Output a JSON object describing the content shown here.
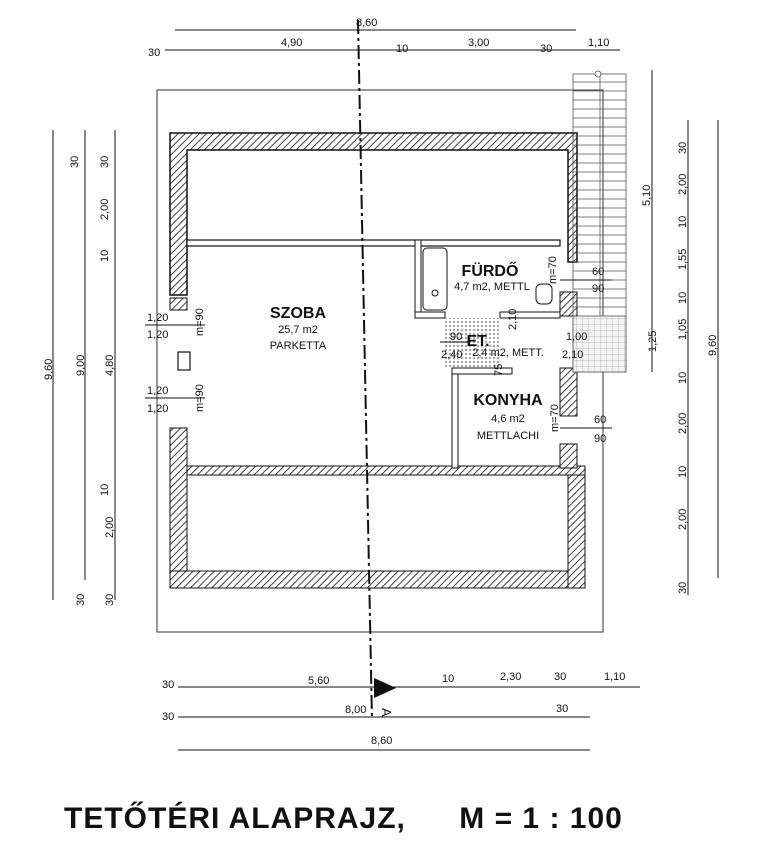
{
  "drawing": {
    "title": "TETŐTÉRI ALAPRAJZ,",
    "scale": "M = 1 : 100"
  },
  "rooms": [
    {
      "name": "SZOBA",
      "area": "25,7 m2",
      "floor": "PARKETTA"
    },
    {
      "name": "FÜRDŐ",
      "area": "4,7 m2, METTL"
    },
    {
      "name": "ET.",
      "area": "2,4 m2, METT."
    },
    {
      "name": "KONYHA",
      "area": "4,6 m2",
      "floor": "METTLACHI"
    }
  ],
  "section_marker": "A",
  "dimensions": {
    "top_total": "8,60",
    "top_row": [
      "30",
      "4,90",
      "10",
      "3,00",
      "30",
      "1,10"
    ],
    "bottom_row1": [
      "30",
      "5,60",
      "10",
      "2,30",
      "30",
      "1,10"
    ],
    "bottom_row2": [
      "30",
      "8,00",
      "30"
    ],
    "bottom_total": "8,60",
    "left_total": "9,60",
    "left_mid": "9,00",
    "left_parts": [
      "30",
      "2,00",
      "10",
      "4,80",
      "10",
      "2,00",
      "30"
    ],
    "left_top_labels": [
      "30",
      "30"
    ],
    "right_total": "9,60",
    "right_parts": [
      "30",
      "2,00",
      "10",
      "1,55",
      "10",
      "1,05",
      "10",
      "2,00",
      "10",
      "2,00",
      "30"
    ],
    "right_stair": [
      "5,10",
      "1,25"
    ]
  },
  "window_labels": {
    "left_upper": [
      "1,20",
      "1,20",
      "m=90"
    ],
    "left_lower": [
      "1,20",
      "1,20",
      "m=90"
    ],
    "furdo": [
      "m=70",
      "60",
      "90"
    ],
    "konyha": [
      "m=70",
      "60",
      "90"
    ],
    "et_labels": [
      "90",
      "2,40",
      "1,00",
      "2,10",
      "2,10",
      "75"
    ]
  }
}
